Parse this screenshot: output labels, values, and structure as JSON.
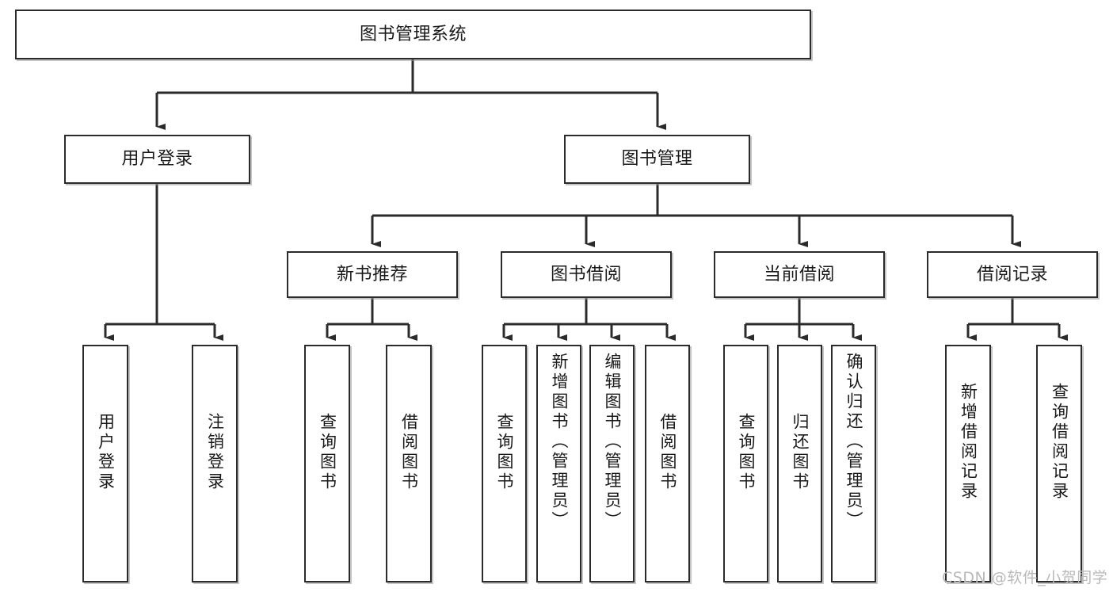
{
  "diagram": {
    "type": "tree-hierarchy",
    "title": "图书管理系统",
    "orientation": "top-down",
    "colors": {
      "node_border": "#2b2b2b",
      "node_fill": "#ffffff",
      "edge": "#2b2b2b",
      "watermark": "#b9b9b9",
      "background": "#ffffff"
    },
    "watermark": "CSDN @软件_小贺同学"
  },
  "nodes": {
    "root": {
      "label": "图书管理系统"
    },
    "level1": [
      {
        "label": "用户登录"
      },
      {
        "label": "图书管理"
      }
    ],
    "level2": [
      {
        "label": "新书推荐"
      },
      {
        "label": "图书借阅"
      },
      {
        "label": "当前借阅"
      },
      {
        "label": "借阅记录"
      }
    ],
    "leaves": {
      "user_login": [
        {
          "label": "用户登录"
        },
        {
          "label": "注销登录"
        }
      ],
      "new_book_rec": [
        {
          "label": "查询图书"
        },
        {
          "label": "借阅图书"
        }
      ],
      "book_borrow": [
        {
          "label": "查询图书"
        },
        {
          "label": "新增图书（管理员）"
        },
        {
          "label": "编辑图书（管理员）"
        },
        {
          "label": "借阅图书"
        }
      ],
      "current_borrow": [
        {
          "label": "查询图书"
        },
        {
          "label": "归还图书"
        },
        {
          "label": "确认归还（管理员）"
        }
      ],
      "borrow_record": [
        {
          "label": "新增借阅记录"
        },
        {
          "label": "查询借阅记录"
        }
      ]
    }
  }
}
